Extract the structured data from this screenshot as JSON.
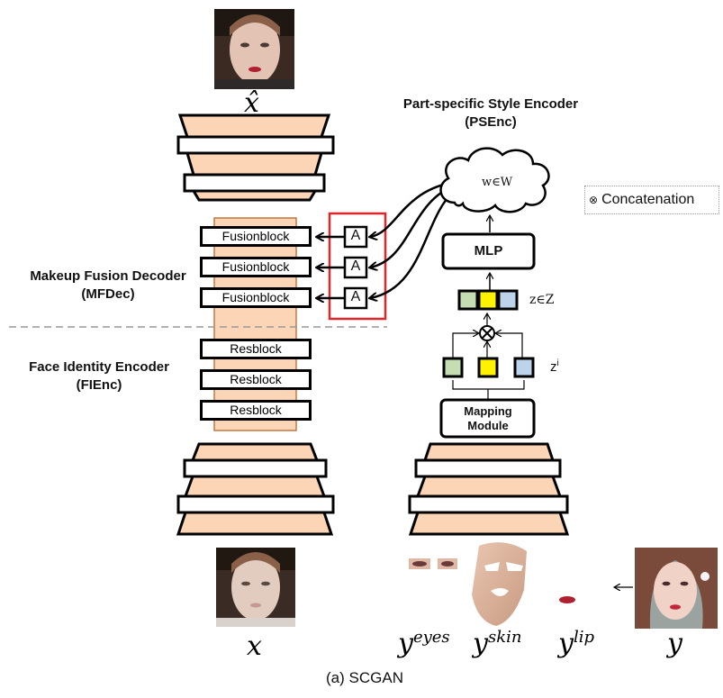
{
  "encoders": {
    "psenc_title": "Part-specific Style Encoder",
    "psenc_abbr": "(PSEnc)",
    "mfdec_title": "Makeup Fusion Decoder",
    "mfdec_abbr": "(MFDec)",
    "fienc_title": "Face Identity Encoder",
    "fienc_abbr": "(FIEnc)"
  },
  "blocks": {
    "fusion": [
      "Fusionblock",
      "Fusionblock",
      "Fusionblock"
    ],
    "res": [
      "Resblock",
      "Resblock",
      "Resblock"
    ],
    "adain": [
      "A",
      "A",
      "A"
    ]
  },
  "modules": {
    "mlp": "MLP",
    "mapping": "Mapping Module",
    "w_space": "w∈W",
    "z_space": "z∈Z",
    "z_i": "z",
    "z_i_sup": "i"
  },
  "legend": {
    "symbol": "⊗",
    "text": "Concatenation"
  },
  "math": {
    "x_hat": "x̂",
    "x": "x",
    "y": "y",
    "y_eyes_sup": "eyes",
    "y_skin_sup": "skin",
    "y_lip_sup": "lip"
  },
  "caption": "(a) SCGAN",
  "colors": {
    "peach": "#FBD5B5",
    "peach_border": "#C07A45",
    "green": "#C6DDB4",
    "yellow": "#FFF200",
    "blue": "#BCD3EA",
    "red": "#E0262B"
  },
  "photos": [
    "source-face-photo",
    "output-face-photo",
    "reference-face-photo"
  ]
}
